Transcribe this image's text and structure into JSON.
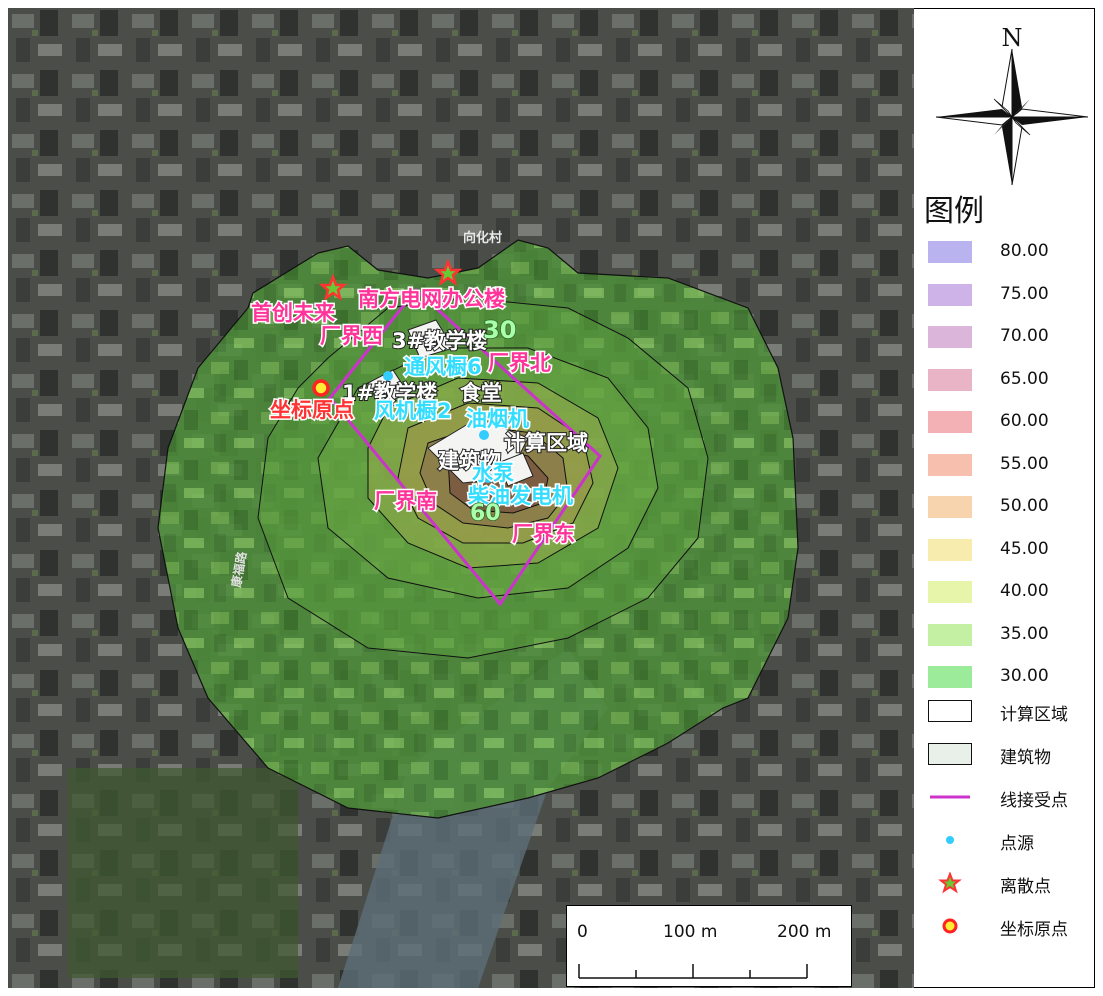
{
  "map": {
    "labels": {
      "shouchuang": "首创未来",
      "nanfang": "南方电网办公楼",
      "cj_west": "厂界西",
      "cj_north": "厂界北",
      "cj_south": "厂界南",
      "cj_east": "厂界东",
      "building3": "3#教学楼",
      "building1": "1#教学楼",
      "shitang": "食堂",
      "tongfeng": "通风橱6",
      "fengji": "风机橱2",
      "youyan": "油烟机",
      "jisuan": "计算区域",
      "jianzhu": "建筑物",
      "shuibeng": "水泵",
      "chaiyou": "柴油发电机",
      "origin": "坐标原点",
      "contour_30": "30",
      "contour_60": "60",
      "street_1": "向化村",
      "street_2": "康福路"
    },
    "colors": {
      "receptor_line": "#cc33cc",
      "point_source": "#33ccff",
      "label_pink": "#ff3399",
      "label_cyan": "#33ddff",
      "label_white": "#ffffff",
      "label_red": "#ff3333"
    }
  },
  "north_arrow": {
    "label": "N"
  },
  "legend": {
    "title": "图例",
    "classes": [
      {
        "value": "80.00",
        "color": "#b9b4f0"
      },
      {
        "value": "75.00",
        "color": "#cdb3e8"
      },
      {
        "value": "70.00",
        "color": "#dbb6da"
      },
      {
        "value": "65.00",
        "color": "#e8b4c6"
      },
      {
        "value": "60.00",
        "color": "#f3b0b5"
      },
      {
        "value": "55.00",
        "color": "#f7c0ae"
      },
      {
        "value": "50.00",
        "color": "#f7d3ae"
      },
      {
        "value": "45.00",
        "color": "#f7ecad"
      },
      {
        "value": "40.00",
        "color": "#e6f5a9"
      },
      {
        "value": "35.00",
        "color": "#c4f0a4"
      },
      {
        "value": "30.00",
        "color": "#9ceb9a"
      }
    ],
    "symbols": {
      "calc_area": "计算区域",
      "building": "建筑物",
      "receptor_line": "线接受点",
      "point_source": "点源",
      "discrete_point": "离散点",
      "origin": "坐标原点"
    }
  },
  "scalebar": {
    "zero": "0",
    "mid": "100 m",
    "end": "200 m"
  }
}
